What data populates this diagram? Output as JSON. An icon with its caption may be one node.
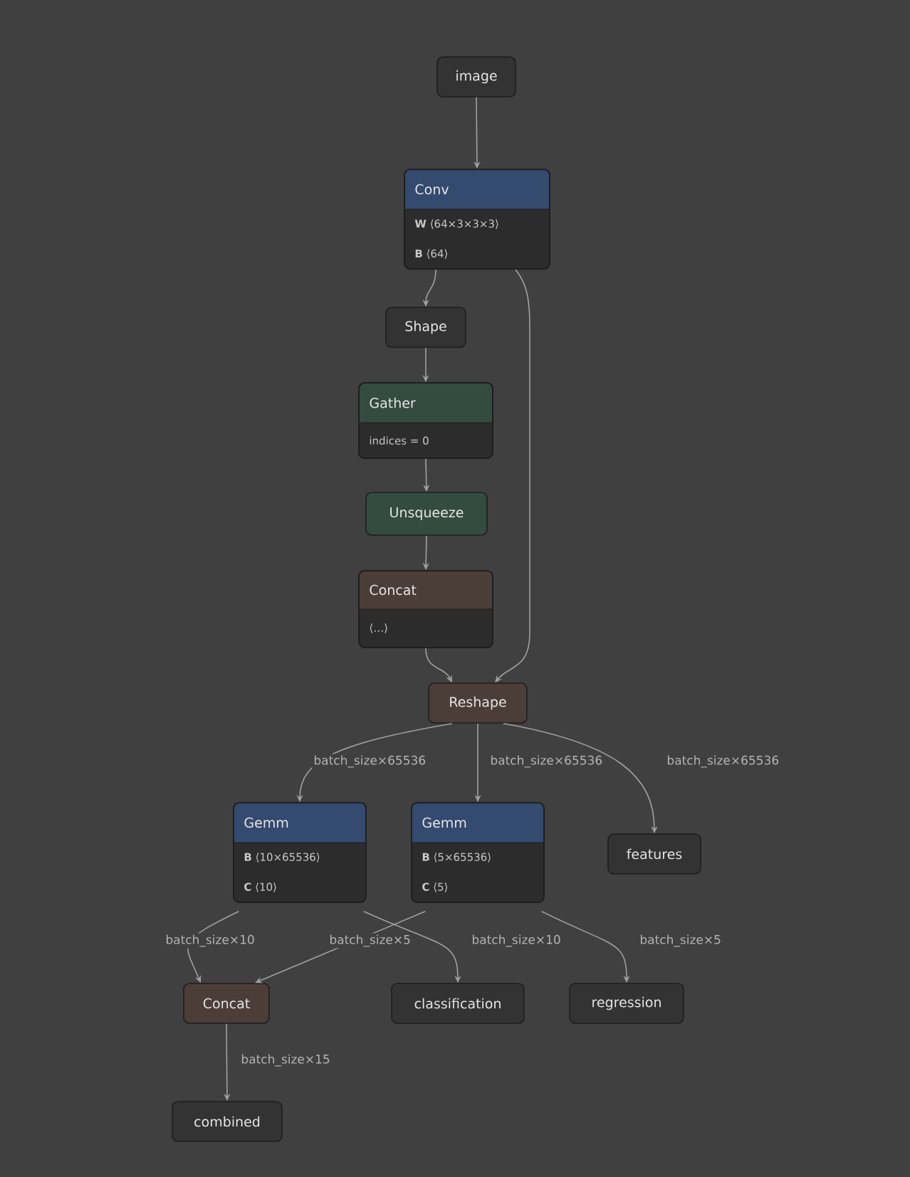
{
  "diagram": {
    "nodes": [
      {
        "text": [
          "image"
        ]
      },
      {
        "text": [
          "Conv",
          "**W** ⟨64×3×3×3⟩",
          "**B** ⟨64⟩"
        ]
      },
      {
        "text": [
          "Shape"
        ]
      },
      {
        "text": [
          "Gather",
          "indices = 0"
        ]
      },
      {
        "text": [
          "Unsqueeze"
        ]
      },
      {
        "text": [
          "Concat",
          "⟨…⟩"
        ]
      },
      {
        "text": [
          "Reshape"
        ]
      },
      {
        "text": [
          "Gemm",
          "**B** ⟨10×65536⟩",
          "**C** ⟨10⟩"
        ]
      },
      {
        "text": [
          "Gemm",
          "**B** ⟨5×65536⟩",
          "**C** ⟨5⟩"
        ]
      },
      {
        "text": [
          "features"
        ]
      },
      {
        "text": [
          "Concat"
        ]
      },
      {
        "text": [
          "classification"
        ]
      },
      {
        "text": [
          "regression"
        ]
      },
      {
        "text": [
          "combined"
        ]
      }
    ],
    "edges": [
      {
        "from": 0,
        "to": 1,
        "arrow": "to"
      },
      {
        "from": 1,
        "to": 2,
        "arrow": "to"
      },
      {
        "from": 1,
        "to": 6,
        "arrow": "to"
      },
      {
        "from": 2,
        "to": 3,
        "arrow": "to"
      },
      {
        "from": 3,
        "to": 4,
        "arrow": "to"
      },
      {
        "from": 4,
        "to": 5,
        "arrow": "to"
      },
      {
        "from": 5,
        "to": 6,
        "arrow": "to"
      },
      {
        "from": 6,
        "to": 7,
        "arrow": "to",
        "label": "batch_size×65536"
      },
      {
        "from": 6,
        "to": 8,
        "arrow": "to",
        "label": "batch_size×65536"
      },
      {
        "from": 6,
        "to": 9,
        "arrow": "to",
        "label": "batch_size×65536"
      },
      {
        "from": 7,
        "to": 10,
        "arrow": "to",
        "label": "batch_size×10"
      },
      {
        "from": 8,
        "to": 10,
        "arrow": "to",
        "label": "batch_size×5"
      },
      {
        "from": 7,
        "to": 11,
        "arrow": "to",
        "label": "batch_size×10"
      },
      {
        "from": 8,
        "to": 12,
        "arrow": "to",
        "label": "batch_size×5"
      },
      {
        "from": 10,
        "to": 13,
        "arrow": "to",
        "label": "batch_size×15"
      }
    ]
  }
}
